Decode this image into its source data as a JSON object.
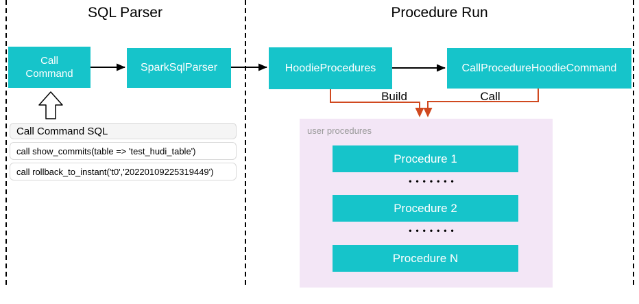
{
  "regions": {
    "left": {
      "title": "SQL Parser"
    },
    "right": {
      "title": "Procedure Run"
    }
  },
  "nodes": {
    "call_command": {
      "label": "Call Command"
    },
    "spark_sql_parser": {
      "label": "SparkSqlParser"
    },
    "hoodie_procedures": {
      "label": "HoodieProcedures"
    },
    "call_procedure_hoodie_command": {
      "label": "CallProcedureHoodieCommand"
    }
  },
  "edges": {
    "build": {
      "label": "Build"
    },
    "call": {
      "label": "Call"
    }
  },
  "sql_panel": {
    "title": "Call Command SQL",
    "statements": [
      "call show_commits(table => 'test_hudi_table')",
      "call rollback_to_instant('t0','20220109225319449')"
    ]
  },
  "user_procedures": {
    "label": "user procedures",
    "items": [
      "Procedure 1",
      "Procedure 2",
      "Procedure N"
    ],
    "separator_dots": "•••••••"
  },
  "colors": {
    "node_fill": "#16C4CA",
    "panel_fill": "#F3E6F6",
    "connector_orange": "#D0491F",
    "arrow_black": "#000000",
    "muted_text": "#999999"
  }
}
